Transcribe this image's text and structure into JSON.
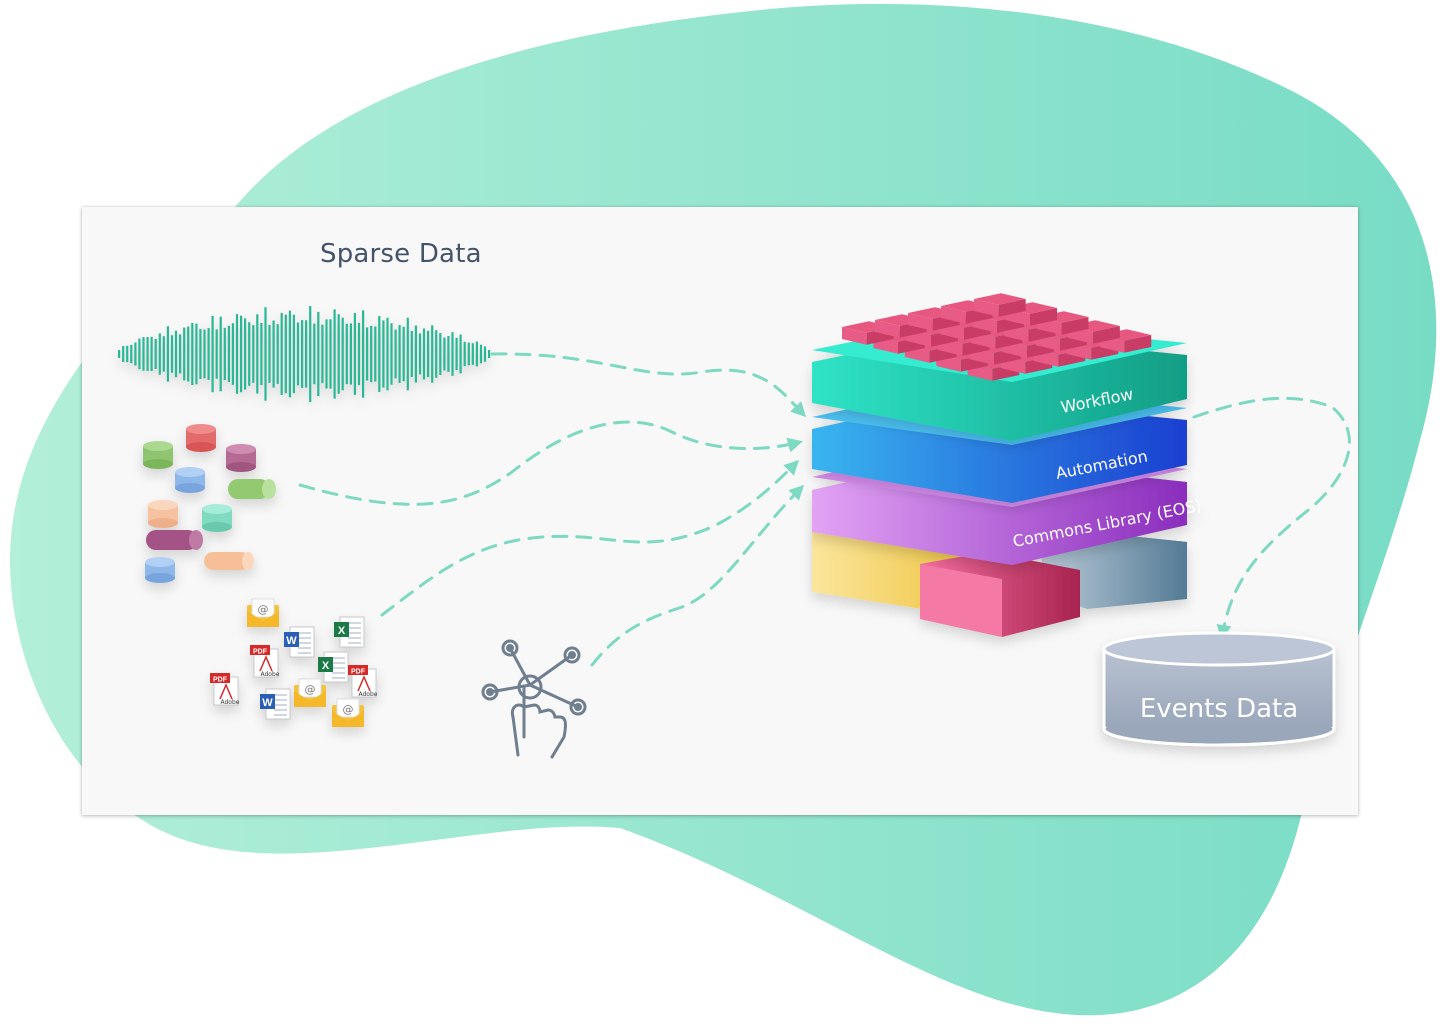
{
  "diagram": {
    "title": "Sparse Data",
    "stack_layers": [
      {
        "label": "Workflow",
        "color": "#14c6a8"
      },
      {
        "label": "Automation",
        "color": "#1f7fd9"
      },
      {
        "label": "Commons Library (EOS)",
        "color": "#a946cf"
      }
    ],
    "output_store": {
      "label": "Events Data",
      "color": "#a8b3c7"
    },
    "document_icons": {
      "pdf": "PDF",
      "adobe": "Adobe",
      "word": "W",
      "excel": "X",
      "email": "@"
    },
    "colors": {
      "background_blob": "#8fe0c8",
      "connector": "#7ed9c2",
      "waveform": "#2bb795",
      "top_blocks": "#e7577f"
    }
  }
}
